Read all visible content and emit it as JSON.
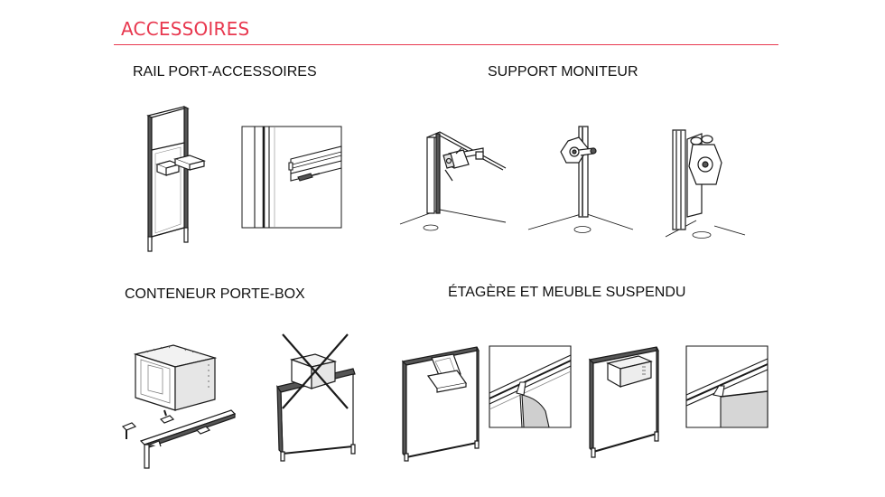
{
  "page": {
    "title": "ACCESSOIRES",
    "accent_color": "#e8384f"
  },
  "sections": [
    {
      "label": "RAIL PORT-ACCESSOIRES"
    },
    {
      "label": "SUPPORT MONITEUR"
    },
    {
      "label": "CONTENEUR PORTE-BOX"
    },
    {
      "label": "ÉTAGÈRE ET MEUBLE SUSPENDU"
    }
  ],
  "illustrations": [
    "panel-with-rail-drawing",
    "rail-detail-drawing",
    "monitor-arm-on-panel-drawing",
    "monitor-arm-on-pole-drawing",
    "monitor-arm-on-post-drawing",
    "box-container-drawing",
    "box-container-not-allowed-drawing",
    "shelf-on-panel-drawing",
    "shelf-hook-detail-drawing",
    "hanging-cabinet-drawing",
    "cabinet-hook-detail-drawing"
  ]
}
